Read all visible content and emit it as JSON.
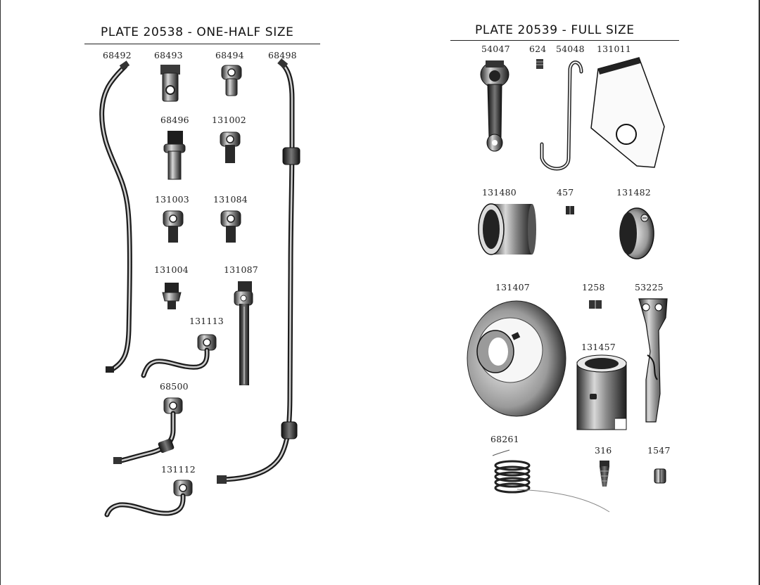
{
  "left_plate": {
    "heading": "PLATE 20538 - ONE-HALF SIZE",
    "parts": [
      "68492",
      "68493",
      "68494",
      "68498",
      "68496",
      "131002",
      "131003",
      "131084",
      "131004",
      "131087",
      "131113",
      "68500",
      "131112"
    ]
  },
  "right_plate": {
    "heading": "PLATE 20539 - FULL SIZE",
    "parts": [
      "54047",
      "624",
      "54048",
      "131011",
      "131480",
      "457",
      "131482",
      "131407",
      "1258",
      "53225",
      "131457",
      "68261",
      "316",
      "1547"
    ]
  }
}
